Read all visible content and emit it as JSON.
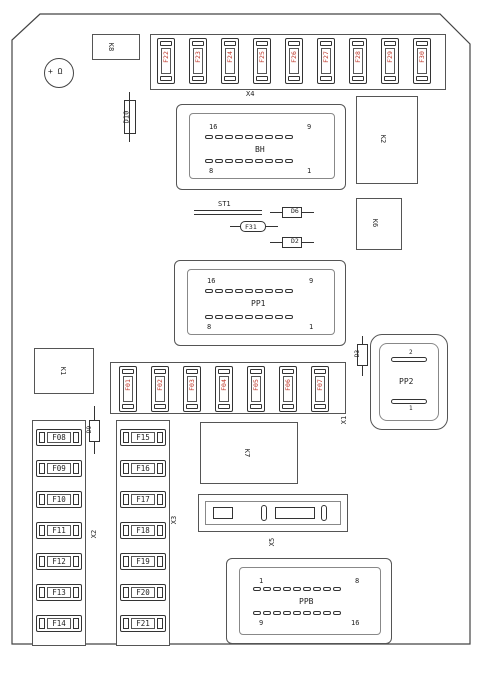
{
  "top_fuses": [
    "F22",
    "F23",
    "F24",
    "F25",
    "F26",
    "F27",
    "F28",
    "F29",
    "F30"
  ],
  "top_row_fuses": [
    "F01",
    "F02",
    "F03",
    "F04",
    "F05",
    "F06",
    "F07"
  ],
  "left_col_fuses": [
    "F08",
    "F09",
    "F10",
    "F11",
    "F12",
    "F13",
    "F14"
  ],
  "mid_col_fuses": [
    "F15",
    "F16",
    "F17",
    "F18",
    "F19",
    "F20",
    "F21"
  ],
  "labels": {
    "k8": "K8",
    "x4": "X4",
    "d10": "D10",
    "connector_bh": "BH",
    "bh_pin16": "16",
    "bh_pin9": "9",
    "bh_pin8": "8",
    "bh_pin1": "1",
    "k2": "K2",
    "st1": "ST1",
    "d6": "D6",
    "f31": "F31",
    "d2": "D2",
    "k6": "K6",
    "connector_pp1": "PP1",
    "pp1_pin16": "16",
    "pp1_pin9": "9",
    "pp1_pin8": "8",
    "pp1_pin1": "1",
    "k1": "K1",
    "x1": "X1",
    "connector_pp2": "PP2",
    "pp2_pin2": "2",
    "pp2_pin1": "1",
    "d3": "D3",
    "d9": "D9",
    "k7": "K7",
    "x2": "X2",
    "x3": "X3",
    "x5": "X5",
    "connector_ppb": "PPB",
    "ppb_pin1": "1",
    "ppb_pin8": "8",
    "ppb_pin9": "9",
    "ppb_pin16": "16",
    "buzzer_symbol": "+ Ω"
  }
}
